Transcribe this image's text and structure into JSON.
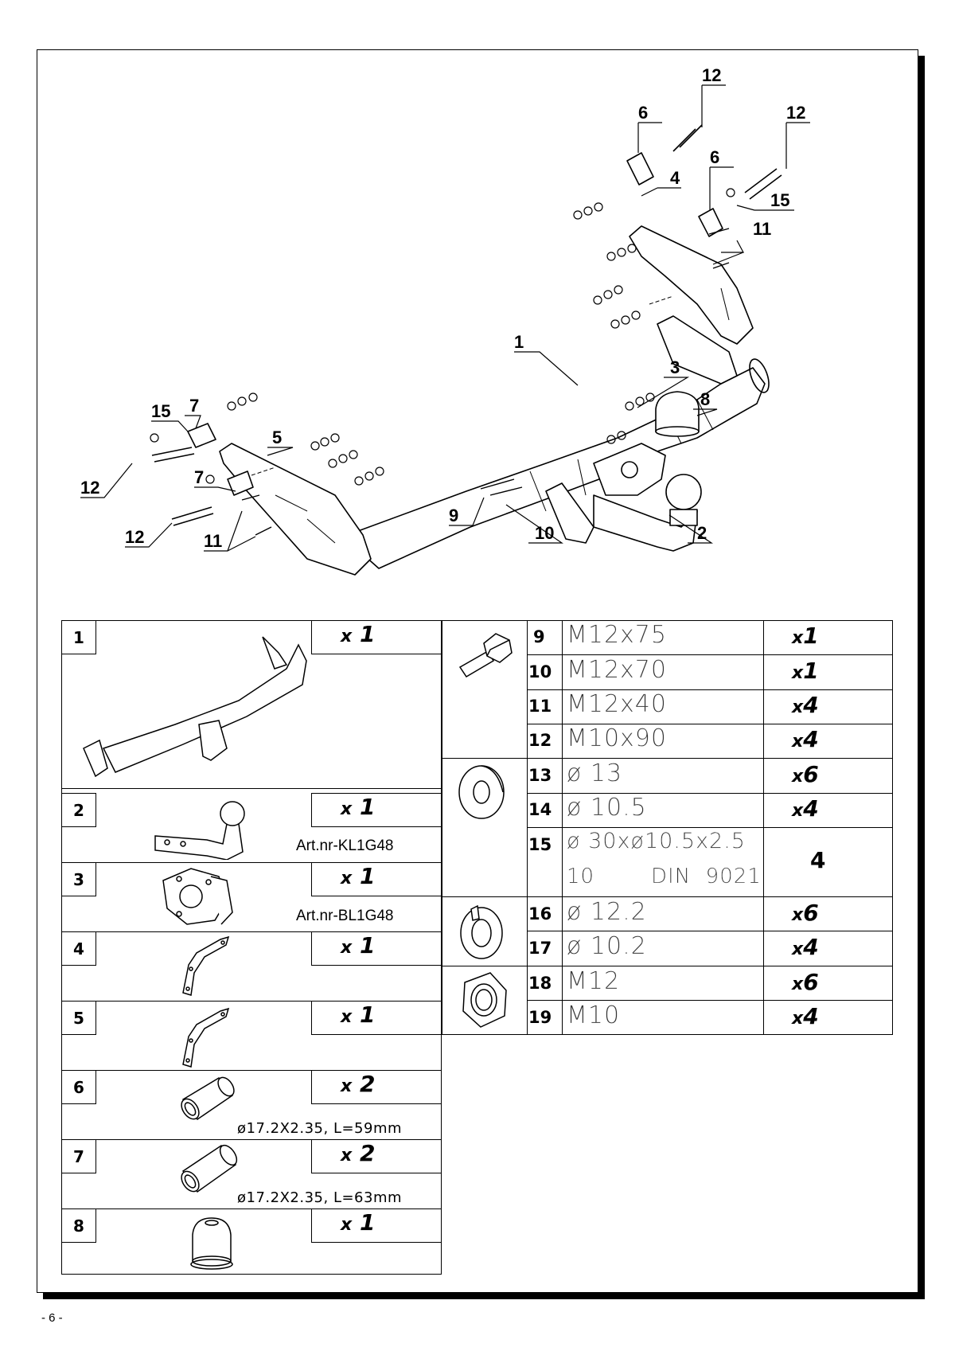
{
  "callouts": {
    "c1": "1",
    "c2": "2",
    "c3": "3",
    "c4": "4",
    "c5": "5",
    "c6a": "6",
    "c6b": "6",
    "c7a": "7",
    "c7b": "7",
    "c8": "8",
    "c9": "9",
    "c10": "10",
    "c11a": "11",
    "c11b": "11",
    "c12a": "12",
    "c12b": "12",
    "c12c": "12",
    "c12d": "12",
    "c15a": "15",
    "c15b": "15"
  },
  "left_table": [
    {
      "num": "1",
      "qty_x": "x",
      "qty_n": "1",
      "sub": ""
    },
    {
      "num": "2",
      "qty_x": "x",
      "qty_n": "1",
      "sub": "Art.nr-KL1G48"
    },
    {
      "num": "3",
      "qty_x": "x",
      "qty_n": "1",
      "sub": "Art.nr-BL1G48"
    },
    {
      "num": "4",
      "qty_x": "x",
      "qty_n": "1",
      "sub": ""
    },
    {
      "num": "5",
      "qty_x": "x",
      "qty_n": "1",
      "sub": ""
    },
    {
      "num": "6",
      "qty_x": "x",
      "qty_n": "2",
      "sub": "ø17.2X2.35, L=59mm"
    },
    {
      "num": "7",
      "qty_x": "x",
      "qty_n": "2",
      "sub": "ø17.2X2.35, L=63mm"
    },
    {
      "num": "8",
      "qty_x": "x",
      "qty_n": "1",
      "sub": ""
    }
  ],
  "right_table": [
    {
      "num": "9",
      "spec": "M12x75",
      "qty_x": "x",
      "qty_n": "1"
    },
    {
      "num": "10",
      "spec": "M12x70",
      "qty_x": "x",
      "qty_n": "1"
    },
    {
      "num": "11",
      "spec": "M12x40",
      "qty_x": "x",
      "qty_n": "4"
    },
    {
      "num": "12",
      "spec": "M10x90",
      "qty_x": "x",
      "qty_n": "4"
    },
    {
      "num": "13",
      "spec": "ø 13",
      "qty_x": "x",
      "qty_n": "6"
    },
    {
      "num": "14",
      "spec": "ø 10.5",
      "qty_x": "x",
      "qty_n": "4"
    },
    {
      "num": "15",
      "spec": "ø 30xø10.5x2.5",
      "spec2a": "10",
      "spec2b": "DIN  9021",
      "qty_x": "",
      "qty_n": "4"
    },
    {
      "num": "16",
      "spec": "ø 12.2",
      "qty_x": "x",
      "qty_n": "6"
    },
    {
      "num": "17",
      "spec": "ø 10.2",
      "qty_x": "x",
      "qty_n": "4"
    },
    {
      "num": "18",
      "spec": "M12",
      "qty_x": "x",
      "qty_n": "6"
    },
    {
      "num": "19",
      "spec": "M10",
      "qty_x": "x",
      "qty_n": "4"
    }
  ],
  "page_number": "- 6 -"
}
